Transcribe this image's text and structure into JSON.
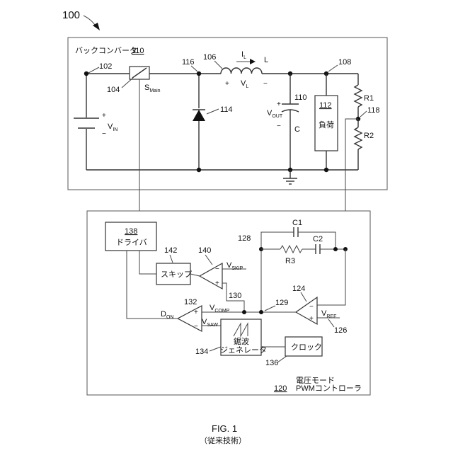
{
  "figure": {
    "ref_main": "100",
    "caption": "FIG. 1",
    "caption_sub": "（従来技術）"
  },
  "buck": {
    "title": "バックコンバータ",
    "ref": "110",
    "n102": "102",
    "n104": "104",
    "switch_label": "S",
    "switch_sub": "Main",
    "n116": "116",
    "n106": "106",
    "il": "I",
    "il_sub": "L",
    "inductor": "L",
    "vl": "V",
    "vl_sub": "L",
    "plus1": "+",
    "minus1": "−",
    "n108": "108",
    "n110": "110",
    "cap": "C",
    "vout": "V",
    "vout_sub": "OUT",
    "plus2": "+",
    "minus2": "−",
    "load_ref": "112",
    "load": "負荷",
    "r1": "R1",
    "r2": "R2",
    "n118": "118",
    "n114": "114",
    "vin": "V",
    "vin_sub": "IN",
    "plus3": "+",
    "minus3": "−"
  },
  "ctrl": {
    "title1": "電圧モード",
    "title2": "PWMコントローラ",
    "ref": "120",
    "driver_ref": "138",
    "driver": "ドライバ",
    "skip": "スキップ",
    "n142": "142",
    "n140": "140",
    "vskip": "V",
    "vskip_sub": "SKIP",
    "n130": "130",
    "vcomp": "V",
    "vcomp_sub": "COMP",
    "n132": "132",
    "don": "D",
    "don_sub": "ON",
    "vsaw": "V",
    "vsaw_sub": "SAW",
    "saw1": "鋸波",
    "saw2": "ジェネレータ",
    "n134": "134",
    "clock": "クロック",
    "n136": "136",
    "c1": "C1",
    "c2": "C2",
    "r3": "R3",
    "n128": "128",
    "n129": "129",
    "n124": "124",
    "vref": "V",
    "vref_sub": "REF",
    "n126": "126",
    "pm_plus": "+",
    "pm_minus": "−"
  }
}
